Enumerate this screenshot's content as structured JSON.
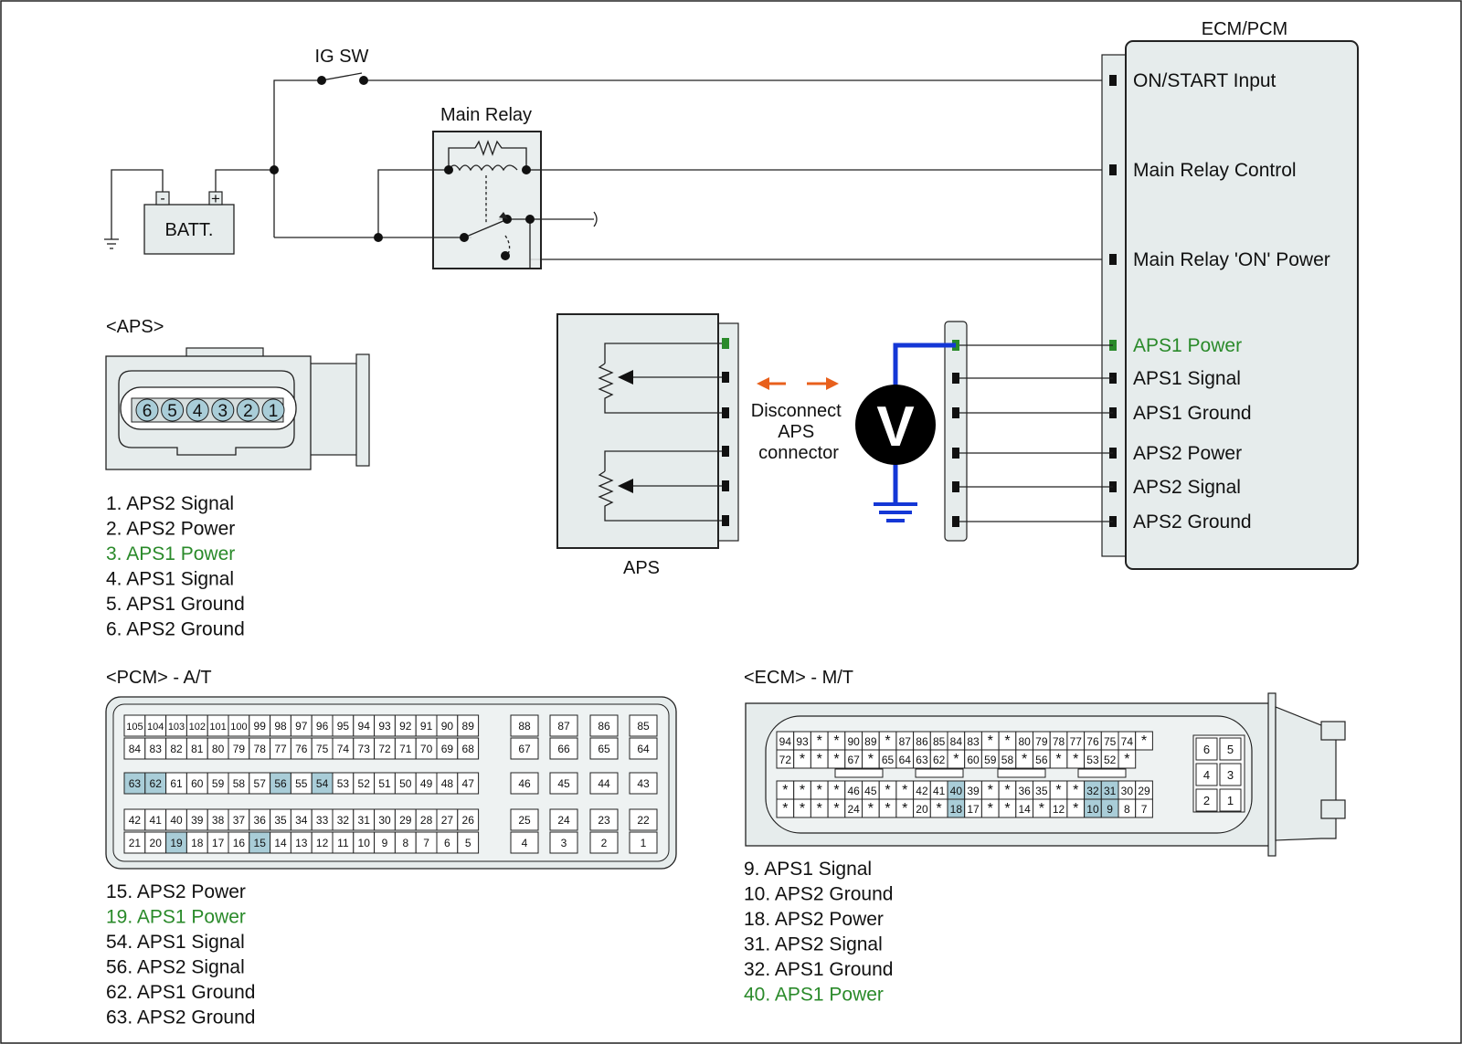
{
  "colors": {
    "box_fill": "#e6ecec",
    "highlight": "#a9cdd8",
    "green": "#2a8a2a",
    "wire_blue": "#1437d6",
    "arrow_orange": "#e8601c",
    "voltmeter": "#000000"
  },
  "top": {
    "ig_sw": "IG SW",
    "main_relay": "Main Relay",
    "batt": "BATT.",
    "batt_minus": "-",
    "batt_plus": "+",
    "ecm_title": "ECM/PCM",
    "ecm_pins": [
      {
        "label": "ON/START Input",
        "green": false
      },
      {
        "label": "Main Relay Control",
        "green": false
      },
      {
        "label": "Main Relay 'ON' Power",
        "green": false
      },
      {
        "label": "APS1 Power",
        "green": true
      },
      {
        "label": "APS1 Signal",
        "green": false
      },
      {
        "label": "APS1 Ground",
        "green": false
      },
      {
        "label": "APS2 Power",
        "green": false
      },
      {
        "label": "APS2 Signal",
        "green": false
      },
      {
        "label": "APS2 Ground",
        "green": false
      }
    ],
    "aps_label": "APS",
    "voltmeter": "V",
    "disconnect": [
      "Disconnect",
      "APS",
      "connector"
    ]
  },
  "aps": {
    "title": "<APS>",
    "pins": [
      "6",
      "5",
      "4",
      "3",
      "2",
      "1"
    ],
    "legend": [
      {
        "text": "1. APS2 Signal",
        "green": false
      },
      {
        "text": "2. APS2 Power",
        "green": false
      },
      {
        "text": "3. APS1 Power",
        "green": true
      },
      {
        "text": "4. APS1 Signal",
        "green": false
      },
      {
        "text": "5. APS1 Ground",
        "green": false
      },
      {
        "text": "6. APS2 Ground",
        "green": false
      }
    ]
  },
  "pcm": {
    "title": "<PCM> - A/T",
    "rows": [
      [
        "105",
        "104",
        "103",
        "102",
        "101",
        "100",
        "99",
        "98",
        "97",
        "96",
        "95",
        "94",
        "93",
        "92",
        "91",
        "90",
        "89"
      ],
      [
        "84",
        "83",
        "82",
        "81",
        "80",
        "79",
        "78",
        "77",
        "76",
        "75",
        "74",
        "73",
        "72",
        "71",
        "70",
        "69",
        "68"
      ],
      [
        "63",
        "62",
        "61",
        "60",
        "59",
        "58",
        "57",
        "56",
        "55",
        "54",
        "53",
        "52",
        "51",
        "50",
        "49",
        "48",
        "47"
      ],
      [
        "42",
        "41",
        "40",
        "39",
        "38",
        "37",
        "36",
        "35",
        "34",
        "33",
        "32",
        "31",
        "30",
        "29",
        "28",
        "27",
        "26"
      ],
      [
        "21",
        "20",
        "19",
        "18",
        "17",
        "16",
        "15",
        "14",
        "13",
        "12",
        "11",
        "10",
        "9",
        "8",
        "7",
        "6",
        "5"
      ]
    ],
    "side_rows": [
      [
        "88",
        "87",
        "86",
        "85"
      ],
      [
        "67",
        "66",
        "65",
        "64"
      ],
      [
        "46",
        "45",
        "44",
        "43"
      ],
      [
        "25",
        "24",
        "23",
        "22"
      ],
      [
        "4",
        "3",
        "2",
        "1"
      ]
    ],
    "highlight": [
      "63",
      "62",
      "56",
      "54",
      "19",
      "15"
    ],
    "legend": [
      {
        "text": "15. APS2 Power",
        "green": false
      },
      {
        "text": "19. APS1 Power",
        "green": true
      },
      {
        "text": "54. APS1 Signal",
        "green": false
      },
      {
        "text": "56. APS2 Signal",
        "green": false
      },
      {
        "text": "62. APS1 Ground",
        "green": false
      },
      {
        "text": "63. APS2 Ground",
        "green": false
      }
    ]
  },
  "ecm": {
    "title": "<ECM> - M/T",
    "rows": [
      [
        "94",
        "93",
        "*",
        "*",
        "90",
        "89",
        "*",
        "87",
        "86",
        "85",
        "84",
        "83",
        "*",
        "*",
        "80",
        "79",
        "78",
        "77",
        "76",
        "75",
        "74",
        "*"
      ],
      [
        "72",
        "*",
        "*",
        "*",
        "67",
        "*",
        "65",
        "64",
        "63",
        "62",
        "*",
        "60",
        "59",
        "58",
        "*",
        "56",
        "*",
        "*",
        "53",
        "52",
        "*"
      ],
      [
        "*",
        "*",
        "*",
        "*",
        "46",
        "45",
        "*",
        "*",
        "42",
        "41",
        "40",
        "39",
        "*",
        "*",
        "36",
        "35",
        "*",
        "*",
        "32",
        "31",
        "30",
        "29"
      ],
      [
        "*",
        "*",
        "*",
        "*",
        "24",
        "*",
        "*",
        "*",
        "20",
        "*",
        "18",
        "17",
        "*",
        "*",
        "14",
        "*",
        "12",
        "*",
        "10",
        "9",
        "8",
        "7"
      ]
    ],
    "side": [
      [
        "6",
        "5"
      ],
      [
        "4",
        "3"
      ],
      [
        "2",
        "1"
      ]
    ],
    "highlight": [
      "40",
      "18",
      "32",
      "31",
      "10",
      "9"
    ],
    "legend": [
      {
        "text": "9. APS1 Signal",
        "green": false
      },
      {
        "text": "10. APS2 Ground",
        "green": false
      },
      {
        "text": "18. APS2 Power",
        "green": false
      },
      {
        "text": "31. APS2 Signal",
        "green": false
      },
      {
        "text": "32. APS1 Ground",
        "green": false
      },
      {
        "text": "40. APS1 Power",
        "green": true
      }
    ]
  }
}
